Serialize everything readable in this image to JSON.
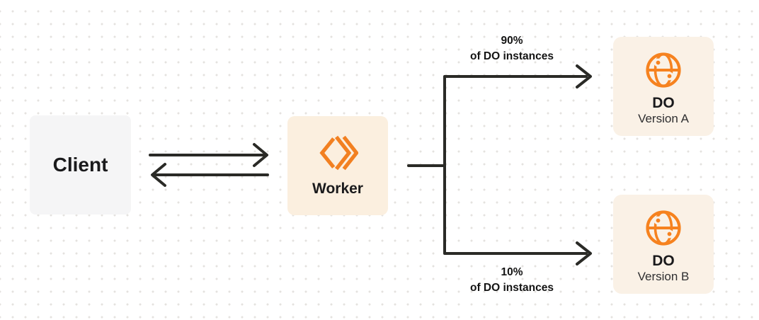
{
  "diagram": {
    "nodes": {
      "client": {
        "label": "Client"
      },
      "worker": {
        "label": "Worker",
        "icon": "cloudflare-workers-icon"
      },
      "do_version_a": {
        "title": "DO",
        "subtitle": "Version A",
        "icon": "durable-object-globe-icon"
      },
      "do_version_b": {
        "title": "DO",
        "subtitle": "Version B",
        "icon": "durable-object-globe-icon"
      }
    },
    "edges": {
      "client_worker": {
        "description": "bidirectional-arrows"
      },
      "top_branch": {
        "line1": "90%",
        "line2": "of DO instances"
      },
      "bottom_branch": {
        "line1": "10%",
        "line2": "of DO instances"
      }
    },
    "colors": {
      "accent_orange": "#f6821f",
      "worker_box_bg": "#fbefdf",
      "do_box_bg": "#faf1e6",
      "client_box_bg": "#f5f5f6",
      "connector": "#2a2a26",
      "dot_grid": "#e4e2df"
    }
  }
}
